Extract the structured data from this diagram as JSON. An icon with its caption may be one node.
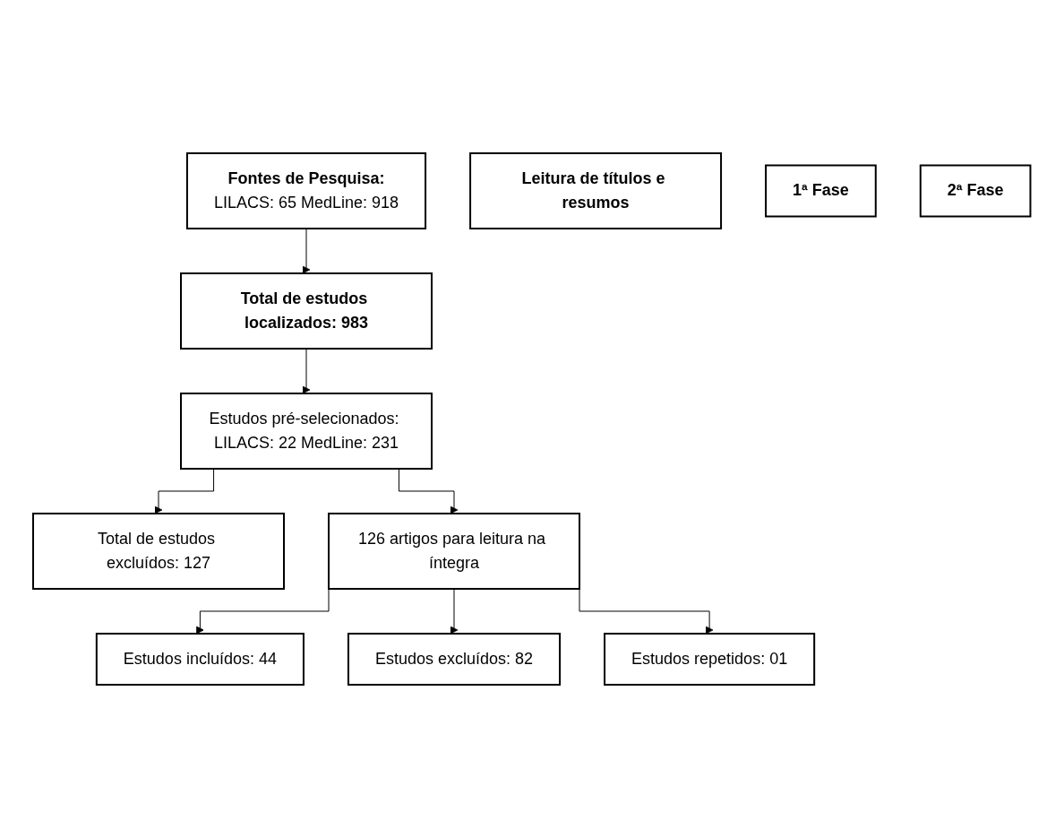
{
  "diagram": {
    "nodes": [
      {
        "text": [
          "Fontes de Pesquisa:",
          "LILACS: 65 MedLine: 918"
        ]
      },
      {
        "text": [
          "Total de estudos localizados: 983"
        ]
      },
      {
        "text": [
          "Leitura de títulos e resumos"
        ]
      },
      {
        "text": [
          "Estudos pré-selecionados: LILACS: 22 MedLine: 231"
        ]
      },
      {
        "text": [
          "Total de estudos excluídos: 127"
        ]
      },
      {
        "text": [
          "126 artigos para leitura na íntegra"
        ]
      },
      {
        "text": [
          "Estudos incluídos: 44"
        ]
      },
      {
        "text": [
          "Estudos excluídos: 82"
        ]
      },
      {
        "text": [
          "Estudos repetidos: 01"
        ]
      },
      {
        "text": [
          "1ª Fase"
        ]
      },
      {
        "text": [
          "2ª Fase"
        ]
      }
    ],
    "edges": [
      {
        "from": 0,
        "to": 1,
        "arrow": "to"
      },
      {
        "from": 1,
        "to": 3,
        "arrow": "to"
      },
      {
        "from": 3,
        "to": 4,
        "arrow": "to"
      },
      {
        "from": 3,
        "to": 5,
        "arrow": "to"
      },
      {
        "from": 5,
        "to": 6,
        "arrow": "to"
      },
      {
        "from": 5,
        "to": 7,
        "arrow": "to"
      },
      {
        "from": 5,
        "to": 8,
        "arrow": "to"
      }
    ]
  }
}
